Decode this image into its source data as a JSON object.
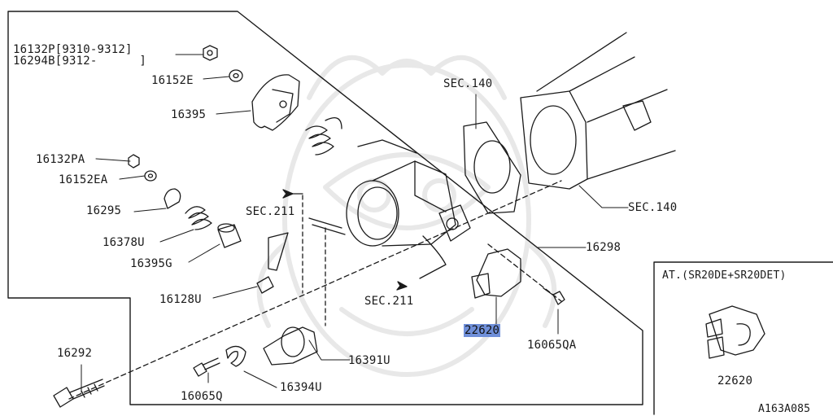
{
  "diagram": {
    "code": "A163A085",
    "inset_title": "AT.(SR20DE+SR20DET)",
    "inset_part": "22620",
    "highlight_color": "#6f8fd9",
    "labels": {
      "p16132P": "16132P[9310-9312]",
      "p16294B": "16294B[9312-      ]",
      "p16152E": "16152E",
      "p16395": "16395",
      "p16132PA": "16132PA",
      "p16152EA": "16152EA",
      "p16295": "16295",
      "p16378U": "16378U",
      "p16395G": "16395G",
      "p16128U": "16128U",
      "p16292": "16292",
      "p16065Q": "16065Q",
      "p16394U": "16394U",
      "p16391U": "16391U",
      "p22620": "22620",
      "p16065QA": "16065QA",
      "p16298": "16298",
      "sec140a": "SEC.140",
      "sec140b": "SEC.140",
      "sec211a": "SEC.211",
      "sec211b": "SEC.211"
    }
  }
}
